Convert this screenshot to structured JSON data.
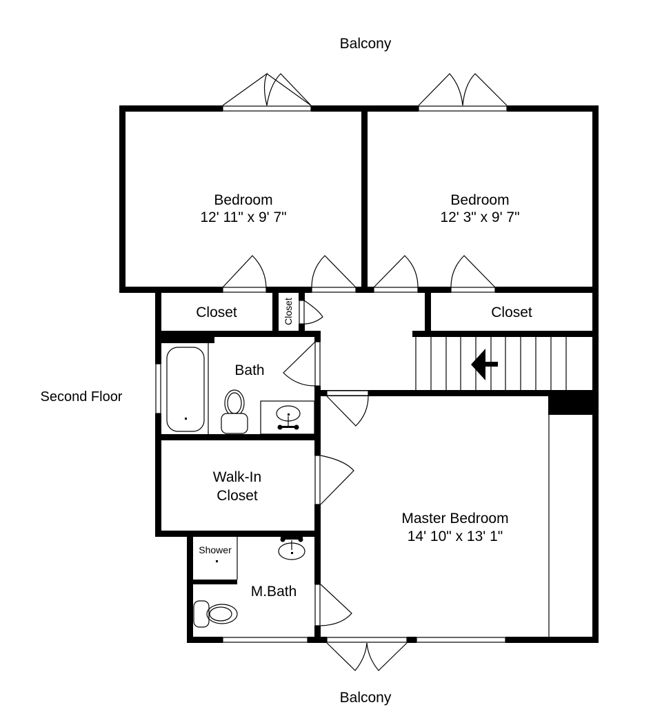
{
  "plan": {
    "floor_label": "Second Floor",
    "balcony_top": "Balcony",
    "balcony_bottom": "Balcony",
    "colors": {
      "wall": "#000000",
      "background": "#ffffff"
    }
  },
  "rooms": {
    "bedroom_left": {
      "name": "Bedroom",
      "dimensions": "12' 11\" x 9' 7\""
    },
    "bedroom_right": {
      "name": "Bedroom",
      "dimensions": "12' 3\" x 9' 7\""
    },
    "closet_left": {
      "name": "Closet"
    },
    "closet_small": {
      "name": "Closet"
    },
    "closet_right": {
      "name": "Closet"
    },
    "bath": {
      "name": "Bath"
    },
    "walk_in_closet": {
      "name_line1": "Walk-In",
      "name_line2": "Closet"
    },
    "master_bedroom": {
      "name": "Master Bedroom",
      "dimensions": "14' 10\" x 13' 1\""
    },
    "shower": {
      "name": "Shower"
    },
    "master_bath": {
      "name": "M.Bath"
    }
  }
}
